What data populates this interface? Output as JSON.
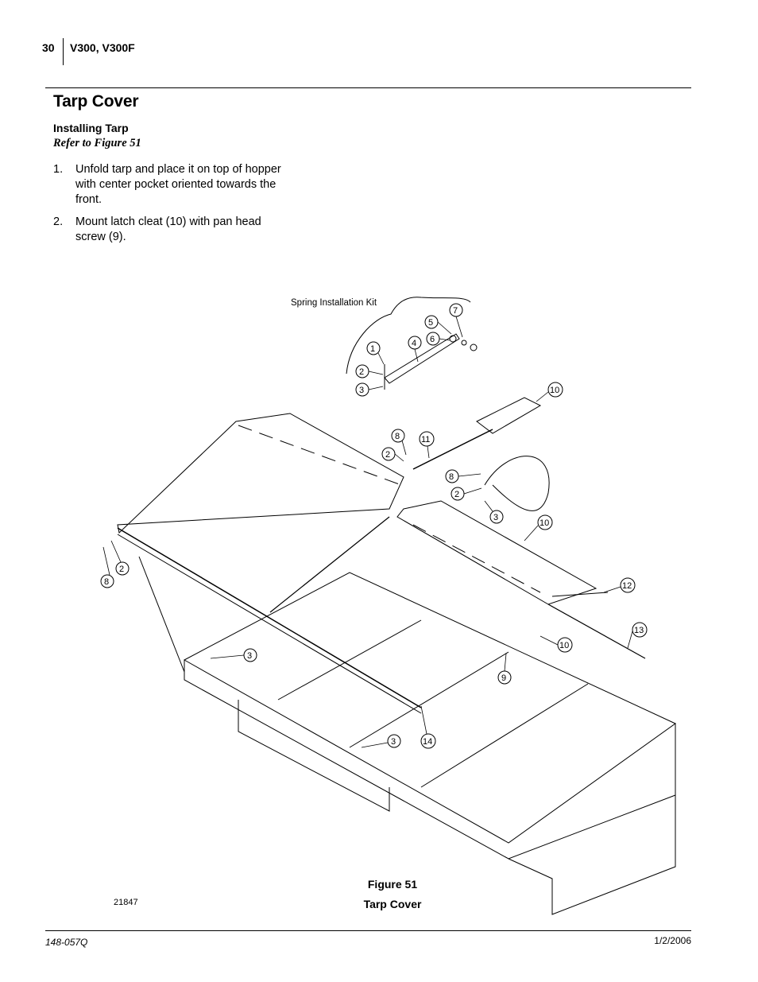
{
  "header": {
    "page_number": "30",
    "model": "V300, V300F"
  },
  "section": {
    "title": "Tarp Cover",
    "subheading": "Installing Tarp",
    "refer": "Refer to Figure 51",
    "steps": [
      {
        "num": "1.",
        "text": "Unfold tarp and place it on top of hopper with center pocket oriented towards the front."
      },
      {
        "num": "2.",
        "text": "Mount latch cleat (10) with pan head screw (9)."
      }
    ]
  },
  "figure": {
    "kit_label": "Spring Installation Kit",
    "callouts": [
      "1",
      "2",
      "3",
      "4",
      "5",
      "6",
      "7",
      "8",
      "2",
      "10",
      "11",
      "8",
      "2",
      "3",
      "10",
      "8",
      "2",
      "12",
      "13",
      "3",
      "10",
      "9",
      "3",
      "14"
    ],
    "number_label": "Figure 51",
    "caption": "Tarp Cover",
    "drawing_id": "21847"
  },
  "footer": {
    "doc_number": "148-057Q",
    "date": "1/2/2006"
  }
}
